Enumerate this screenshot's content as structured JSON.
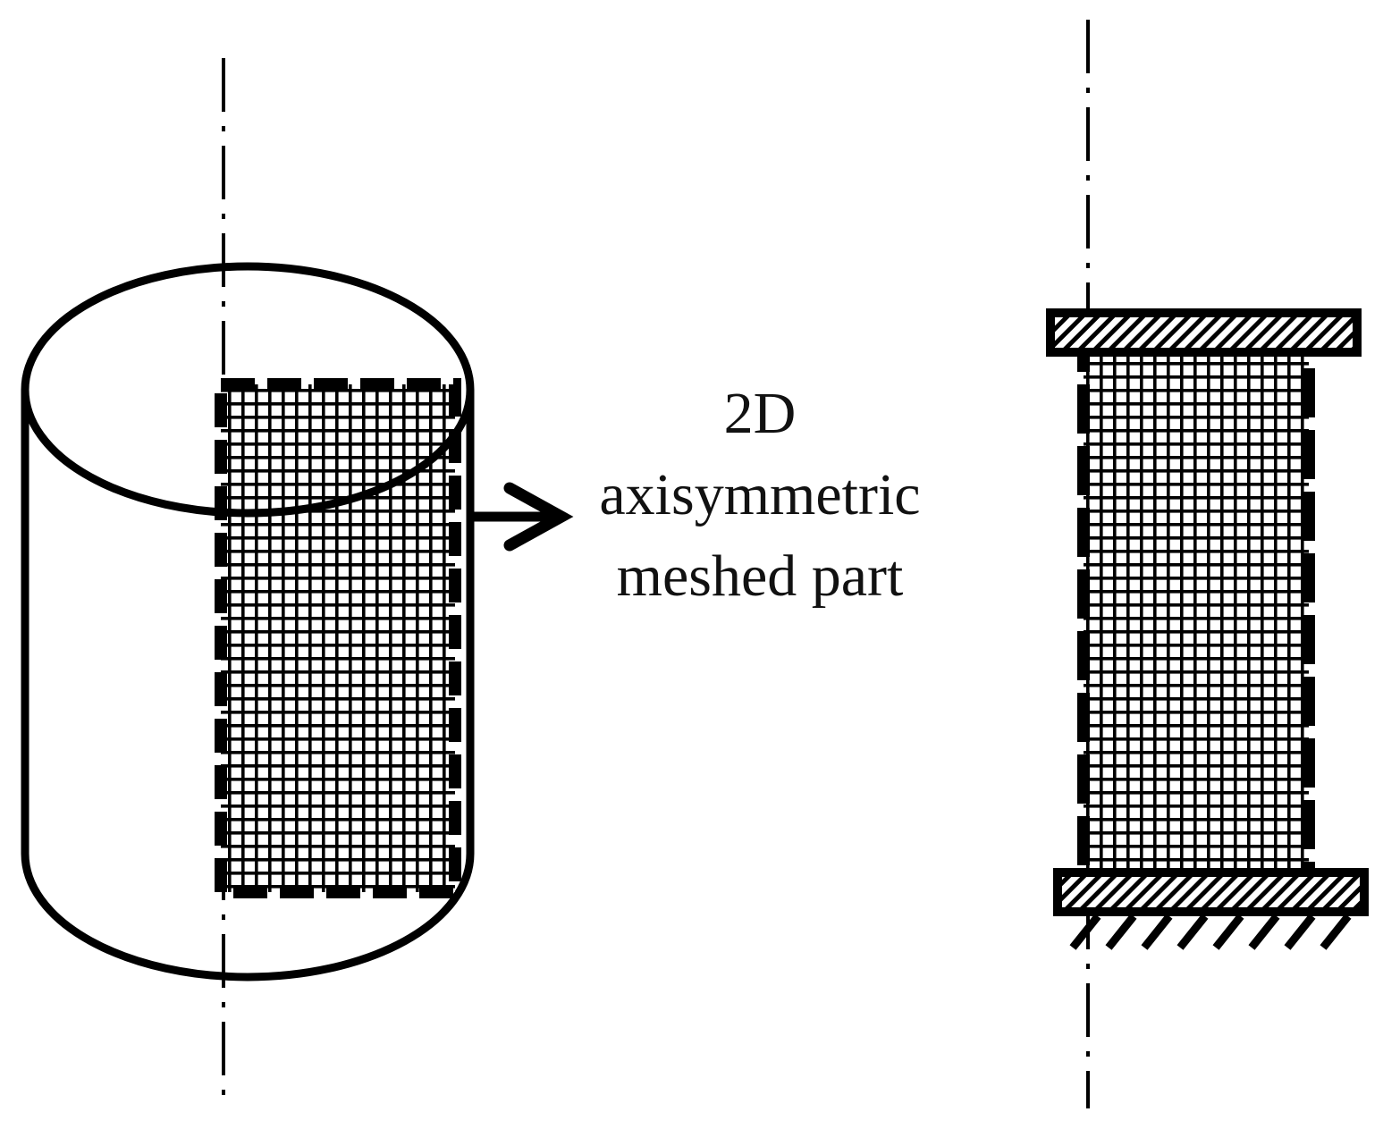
{
  "diagram": {
    "label_lines": [
      "2D",
      "axisymmetric",
      "meshed part"
    ],
    "colors": {
      "ink": "#000000",
      "paper": "#ffffff",
      "text": "#111111"
    },
    "icons": {
      "arrow": "right-arrow-icon",
      "fixed_support": "ground-hatch-icon"
    }
  }
}
